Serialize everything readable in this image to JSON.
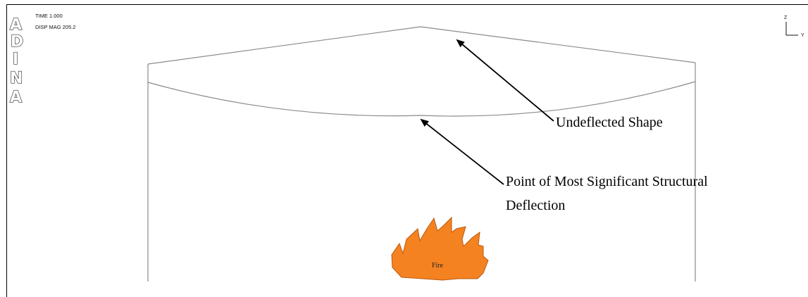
{
  "logo": {
    "letters": [
      "A",
      "D",
      "I",
      "N",
      "A"
    ]
  },
  "header": {
    "time_label": "TIME 1.000",
    "disp_label": "DISP MAG 205.2"
  },
  "axes": {
    "vertical": "Z",
    "horizontal": "Y"
  },
  "annotations": {
    "undeflected": "Undeflected Shape",
    "deflection_line1": "Point of Most Significant Structural",
    "deflection_line2": "Deflection"
  },
  "fire": {
    "label": "Fire",
    "color": "#F58220",
    "stroke": "#B85A10"
  },
  "colors": {
    "structure_line": "#8a8a8a",
    "arrow": "#000000"
  }
}
